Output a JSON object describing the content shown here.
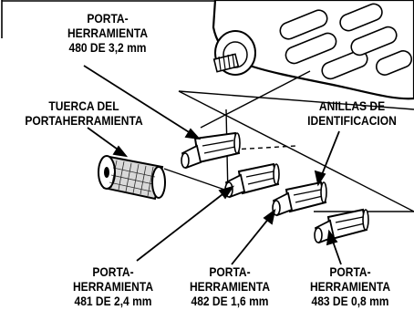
{
  "labels": {
    "collet_480": [
      "PORTA-",
      "HERRAMIENTA",
      "480 DE 3,2 mm"
    ],
    "collet_nut": [
      "TUERCA DEL",
      "PORTAHERRAMIENTA"
    ],
    "identification_rings": [
      "ANILLAS DE",
      "IDENTIFICACION"
    ],
    "collet_481": [
      "PORTA-",
      "HERRAMIENTA",
      "481 DE 2,4 mm"
    ],
    "collet_482": [
      "PORTA-",
      "HERRAMIENTA",
      "482 DE 1,6 mm"
    ],
    "collet_483": [
      "PORTA-",
      "HERRAMIENTA",
      "483 DE 0,8 mm"
    ]
  },
  "colors": {
    "ink": "#000000",
    "paper": "#ffffff",
    "knurl": "#d9d9d9"
  }
}
